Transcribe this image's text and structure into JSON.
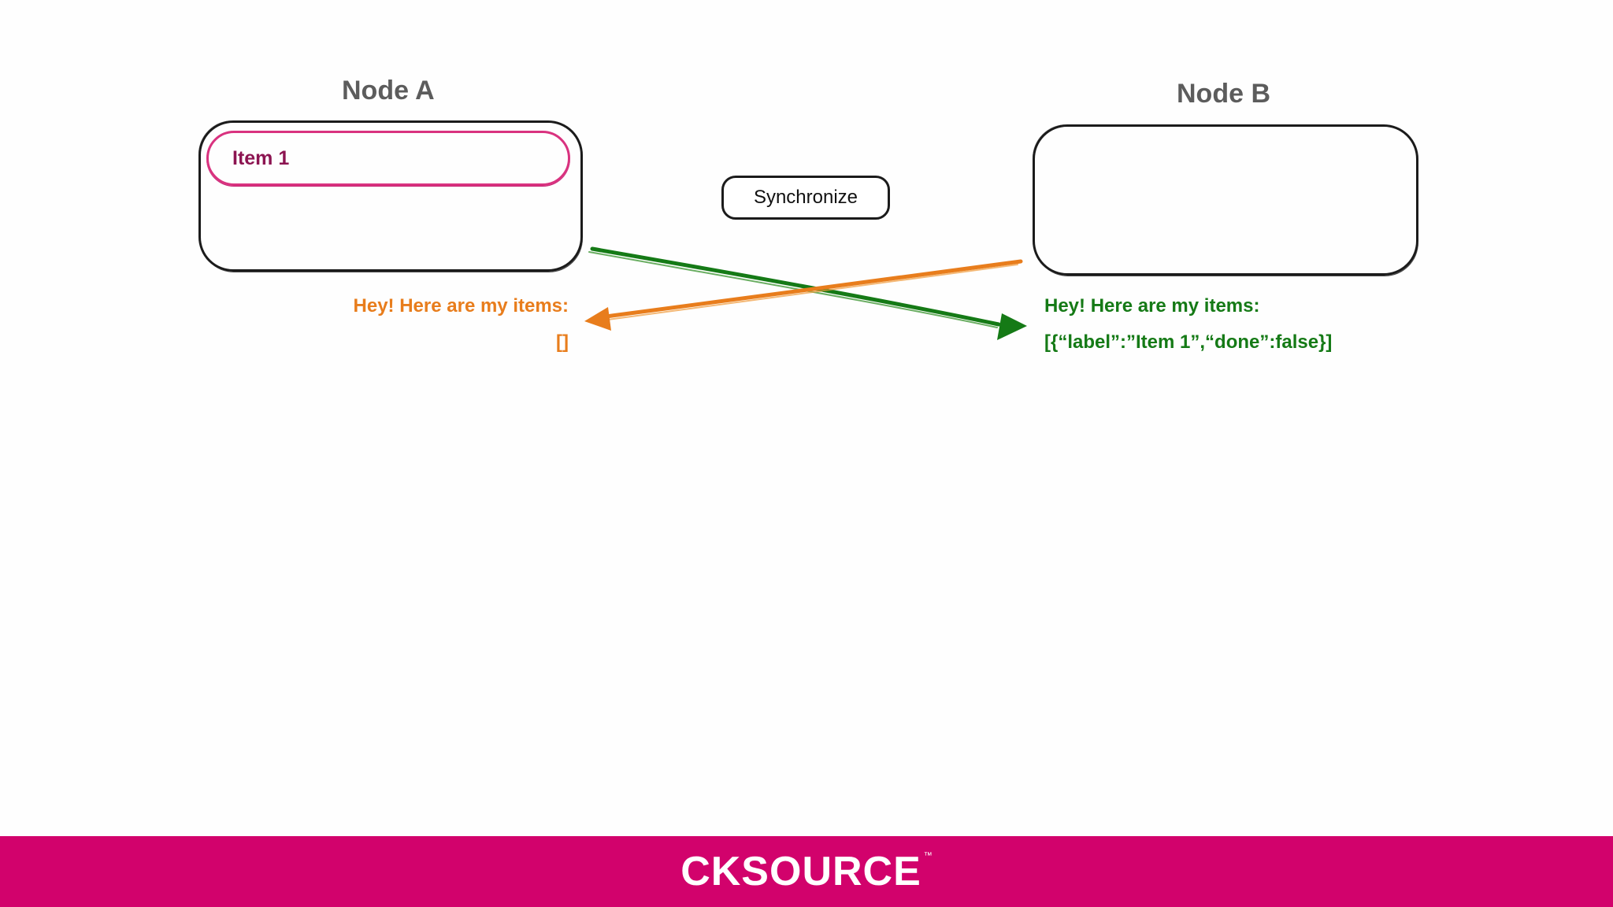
{
  "diagram": {
    "node_a": {
      "title": "Node A",
      "items": [
        {
          "label": "Item 1"
        }
      ]
    },
    "node_b": {
      "title": "Node B",
      "items": []
    },
    "synchronize_button": {
      "label": "Synchronize"
    },
    "messages": {
      "from_b_to_a": {
        "heading": "Hey! Here are my items:",
        "payload": "[]",
        "color": "#e87d1c"
      },
      "from_a_to_b": {
        "heading": "Hey! Here are my items:",
        "payload": "[{“label”:”Item 1”,“done”:false}]",
        "color": "#157a16"
      }
    }
  },
  "footer": {
    "logo_text": "CKSOURCE",
    "logo_trademark": "™",
    "background_color": "#d2026c"
  },
  "colors": {
    "item_border": "#d9327f",
    "item_text": "#8c1451",
    "node_title": "#5c5c5c"
  }
}
